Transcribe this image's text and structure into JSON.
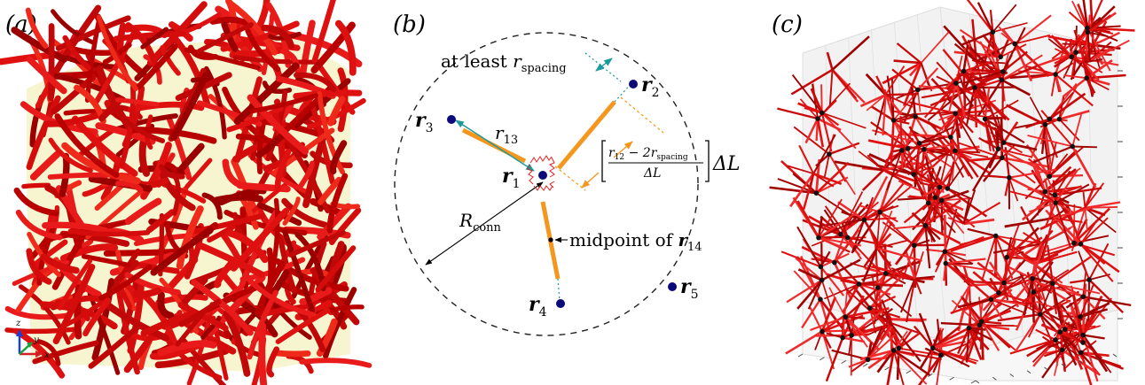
{
  "panels": {
    "a": {
      "label": "(a)",
      "axes_triad": {
        "z": "z",
        "y": "y",
        "x": "x"
      }
    },
    "b": {
      "label": "(b)",
      "points": [
        {
          "sym": "r",
          "sub": "1"
        },
        {
          "sym": "r",
          "sub": "2"
        },
        {
          "sym": "r",
          "sub": "3"
        },
        {
          "sym": "r",
          "sub": "4"
        },
        {
          "sym": "r",
          "sub": "5"
        }
      ],
      "annotations": {
        "at_least_text": "at least ",
        "r_spacing_sym": "r",
        "r_spacing_sub": "spacing",
        "r13_sym": "r",
        "r13_sub": "13",
        "rconn_sym": "R",
        "rconn_sub": "conn",
        "midpoint_text": "midpoint of ",
        "midpoint_sym": "r",
        "midpoint_sub": "14",
        "floor_num_r": "r",
        "floor_num_12": "12",
        "floor_num_minus2r": " − 2r",
        "floor_num_spacing": "spacing",
        "floor_den": "ΔL",
        "floor_suffix": "ΔL"
      },
      "colors": {
        "point": "#0a0a7a",
        "segment": "#f5961e",
        "arrow_teal": "#1a9a9a",
        "arrow_orange": "#f5961e",
        "spring": "#e02020"
      }
    },
    "c": {
      "label": "(c)"
    }
  },
  "colors": {
    "fiber": "#e01010",
    "fiber_dark": "#8a0000",
    "box": "#f5f3c8",
    "node": "#111111"
  }
}
